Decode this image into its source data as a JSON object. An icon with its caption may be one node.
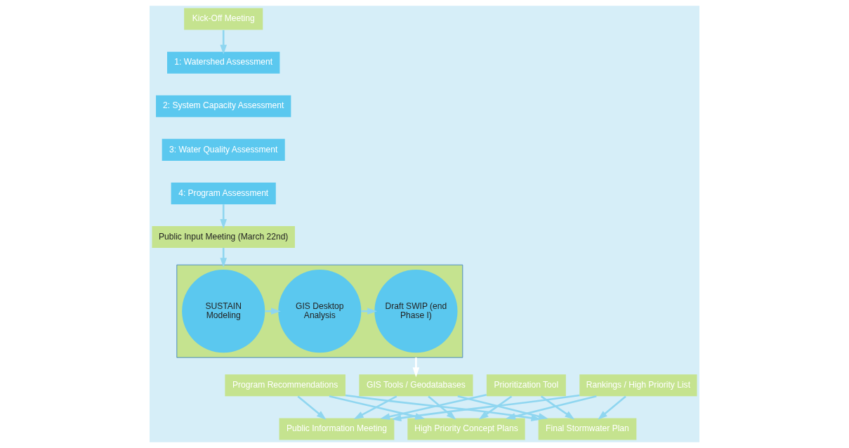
{
  "diagram": {
    "nodes": [
      {
        "text": [
          "Kick-Off Meeting"
        ]
      },
      {
        "text": [
          "1: Watershed Assessment"
        ]
      },
      {
        "text": [
          "2: System Capacity Assessment"
        ]
      },
      {
        "text": [
          "3: Water Quality Assessment"
        ]
      },
      {
        "text": [
          "4: Program Assessment"
        ]
      },
      {
        "text": [
          "Public Input Meeting (March 22nd)"
        ]
      },
      {
        "text": [
          "Final Stormwater Plan"
        ]
      },
      {
        "text": [
          "Public Information Meeting"
        ]
      },
      {
        "text": [
          "High Priority Concept Plans"
        ]
      },
      {
        "text": [
          "Prioritization Tool"
        ]
      },
      {
        "text": [
          "Rankings / High Priority List"
        ]
      },
      {
        "text": [
          "Program Recommendations"
        ]
      },
      {
        "text": [
          "GIS Tools / Geodatabases"
        ]
      },
      {
        "text": [],
        "shape": "box"
      },
      {
        "text": [
          "SUSTAIN Modeling"
        ],
        "in": 13
      },
      {
        "text": [
          "GIS Desktop Analysis"
        ],
        "in": 13
      },
      {
        "text": [
          "Draft SWIP (end Phase I)"
        ],
        "in": 13
      }
    ],
    "edges": [
      {
        "from": 0,
        "to": 1,
        "arrow": "to"
      },
      {
        "from": 4,
        "to": 5,
        "arrow": "to"
      },
      {
        "from": 5,
        "to": 13,
        "arrow": "to"
      },
      {
        "from": 14,
        "to": 15,
        "arrow": "to"
      },
      {
        "from": 15,
        "to": 16,
        "arrow": "to"
      },
      {
        "from": 13,
        "to": 12,
        "arrow": "to",
        "color": "#ffffff"
      },
      {
        "from": 9,
        "to": 6,
        "arrow": "to"
      },
      {
        "from": 9,
        "to": 7,
        "arrow": "to"
      },
      {
        "from": 9,
        "to": 8,
        "arrow": "to"
      },
      {
        "from": 10,
        "to": 6,
        "arrow": "to"
      },
      {
        "from": 10,
        "to": 7,
        "arrow": "to"
      },
      {
        "from": 10,
        "to": 8,
        "arrow": "to"
      },
      {
        "from": 11,
        "to": 6,
        "arrow": "to"
      },
      {
        "from": 11,
        "to": 7,
        "arrow": "to"
      },
      {
        "from": 11,
        "to": 8,
        "arrow": "to"
      },
      {
        "from": 12,
        "to": 6,
        "arrow": "to"
      },
      {
        "from": 12,
        "to": 7,
        "arrow": "to"
      },
      {
        "from": 12,
        "to": 8,
        "arrow": "to"
      }
    ]
  }
}
